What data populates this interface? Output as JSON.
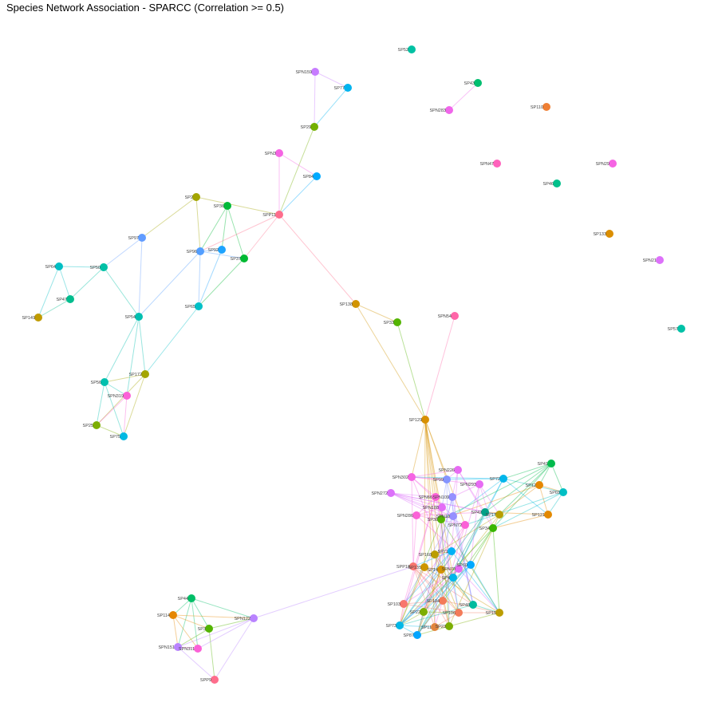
{
  "title": "Species Network Association - SPARCC (Correlation >= 0.5)",
  "nodes": [
    {
      "id": "SP52",
      "color": "#00c1a3"
    },
    {
      "id": "SPN159",
      "color": "#c77cff"
    },
    {
      "id": "SP77",
      "color": "#00b4ef"
    },
    {
      "id": "SP43",
      "color": "#00be70"
    },
    {
      "id": "SPN283",
      "color": "#f066ea"
    },
    {
      "id": "SP110",
      "color": "#ef7f34"
    },
    {
      "id": "SP29",
      "color": "#72b000"
    },
    {
      "id": "SPN3",
      "color": "#f564e3"
    },
    {
      "id": "SP84",
      "color": "#00a9ff"
    },
    {
      "id": "SPN47",
      "color": "#ff62bc"
    },
    {
      "id": "SPN29",
      "color": "#f564e3"
    },
    {
      "id": "SP46",
      "color": "#00c08b"
    },
    {
      "id": "SP133",
      "color": "#db8e00"
    },
    {
      "id": "SPN21",
      "color": "#dd71fa"
    },
    {
      "id": "SP57",
      "color": "#00c1a7"
    },
    {
      "id": "SP2",
      "color": "#a3a500"
    },
    {
      "id": "SP36",
      "color": "#00ba38"
    },
    {
      "id": "SPP11",
      "color": "#fe6d8c"
    },
    {
      "id": "SP97",
      "color": "#619cff"
    },
    {
      "id": "SP96",
      "color": "#529eff"
    },
    {
      "id": "SP92",
      "color": "#1ca3ff"
    },
    {
      "id": "SP37",
      "color": "#00b932"
    },
    {
      "id": "SP64",
      "color": "#00bfc4"
    },
    {
      "id": "SP50",
      "color": "#00c0a6"
    },
    {
      "id": "SP47",
      "color": "#00bd8e"
    },
    {
      "id": "SP149",
      "color": "#c09b00"
    },
    {
      "id": "SP54",
      "color": "#00bfb0"
    },
    {
      "id": "SP65",
      "color": "#00c0c7"
    },
    {
      "id": "SP138",
      "color": "#d19300"
    },
    {
      "id": "SP33",
      "color": "#53b400"
    },
    {
      "id": "SPN54",
      "color": "#ff66a8"
    },
    {
      "id": "SP172",
      "color": "#a4a500"
    },
    {
      "id": "SP56",
      "color": "#00c0ae"
    },
    {
      "id": "SPN319",
      "color": "#fb61d7"
    },
    {
      "id": "SP25",
      "color": "#7cae00"
    },
    {
      "id": "SP75",
      "color": "#00b9e3"
    },
    {
      "id": "SP129",
      "color": "#d89000"
    },
    {
      "id": "SPN226",
      "color": "#e76bf3"
    },
    {
      "id": "SPN302",
      "color": "#f564e3"
    },
    {
      "id": "SP99",
      "color": "#8494ff"
    },
    {
      "id": "SPN293",
      "color": "#e76bf3"
    },
    {
      "id": "SP72",
      "color": "#00b6eb"
    },
    {
      "id": "SP41",
      "color": "#00ba4c"
    },
    {
      "id": "SP12",
      "color": "#e58700"
    },
    {
      "id": "SP69",
      "color": "#00bfc4"
    },
    {
      "id": "SPN272",
      "color": "#dc71fa"
    },
    {
      "id": "SPN66",
      "color": "#fb61d7"
    },
    {
      "id": "SPN109",
      "color": "#9590ff"
    },
    {
      "id": "SPN188",
      "color": "#e36ef6"
    },
    {
      "id": "SP42",
      "color": "#00a087"
    },
    {
      "id": "SP17",
      "color": "#b79f00"
    },
    {
      "id": "SP121",
      "color": "#e38900"
    },
    {
      "id": "SPN286",
      "color": "#fb61d7"
    },
    {
      "id": "SPN10",
      "color": "#9590ff"
    },
    {
      "id": "SP38",
      "color": "#53b400"
    },
    {
      "id": "SPN72",
      "color": "#fb61d7"
    },
    {
      "id": "SP34",
      "color": "#39b600"
    },
    {
      "id": "SP71",
      "color": "#00b0f6"
    },
    {
      "id": "SP168",
      "color": "#bb9d00"
    },
    {
      "id": "SPP18",
      "color": "#f8766d"
    },
    {
      "id": "SP135",
      "color": "#cd9600"
    },
    {
      "id": "SP14",
      "color": "#d39200"
    },
    {
      "id": "SPN70",
      "color": "#e76bf3"
    },
    {
      "id": "SP60",
      "color": "#00a9ff"
    },
    {
      "id": "SP4",
      "color": "#00b6eb"
    },
    {
      "id": "SP103",
      "color": "#f8766d"
    },
    {
      "id": "SP104",
      "color": "#f37b59"
    },
    {
      "id": "SP48",
      "color": "#00bb9e"
    },
    {
      "id": "SP15",
      "color": "#bb9d00"
    },
    {
      "id": "SP22",
      "color": "#7cae00"
    },
    {
      "id": "SP106",
      "color": "#f37b59"
    },
    {
      "id": "SP73",
      "color": "#00b8e7"
    },
    {
      "id": "SP11",
      "color": "#e2843e"
    },
    {
      "id": "SP23",
      "color": "#7cae00"
    },
    {
      "id": "SP87",
      "color": "#00a5ff"
    },
    {
      "id": "SP44",
      "color": "#00be67"
    },
    {
      "id": "SP114",
      "color": "#e58700"
    },
    {
      "id": "SPN122",
      "color": "#b983ff"
    },
    {
      "id": "SP3",
      "color": "#53b400"
    },
    {
      "id": "SPN151",
      "color": "#b983ff"
    },
    {
      "id": "SPN311",
      "color": "#fb61d7"
    },
    {
      "id": "SPP9",
      "color": "#fe6d8c"
    }
  ],
  "edges": [
    [
      "SPN159",
      "SP77"
    ],
    [
      "SPN159",
      "SP29"
    ],
    [
      "SP77",
      "SP29"
    ],
    [
      "SP29",
      "SPP11"
    ],
    [
      "SPN3",
      "SPP11"
    ],
    [
      "SPN3",
      "SP84"
    ],
    [
      "SP84",
      "SPP11"
    ],
    [
      "SPP11",
      "SP138"
    ],
    [
      "SPN283",
      "SP43"
    ],
    [
      "SP138",
      "SP33"
    ],
    [
      "SP138",
      "SP129"
    ],
    [
      "SP33",
      "SP129"
    ],
    [
      "SPN54",
      "SP129"
    ],
    [
      "SP2",
      "SPP11"
    ],
    [
      "SP2",
      "SP97"
    ],
    [
      "SP2",
      "SP96"
    ],
    [
      "SP36",
      "SP96"
    ],
    [
      "SP36",
      "SP92"
    ],
    [
      "SP36",
      "SP37"
    ],
    [
      "SPP11",
      "SP96"
    ],
    [
      "SPP11",
      "SP37"
    ],
    [
      "SP96",
      "SP92"
    ],
    [
      "SP96",
      "SP37"
    ],
    [
      "SP92",
      "SP65"
    ],
    [
      "SP96",
      "SP65"
    ],
    [
      "SP37",
      "SP65"
    ],
    [
      "SP96",
      "SP54"
    ],
    [
      "SP97",
      "SP50"
    ],
    [
      "SP97",
      "SP54"
    ],
    [
      "SP64",
      "SP50"
    ],
    [
      "SP64",
      "SP47"
    ],
    [
      "SP64",
      "SP149"
    ],
    [
      "SP47",
      "SP149"
    ],
    [
      "SP50",
      "SP47"
    ],
    [
      "SP50",
      "SP54"
    ],
    [
      "SP54",
      "SP56"
    ],
    [
      "SP54",
      "SPN319"
    ],
    [
      "SP54",
      "SP172"
    ],
    [
      "SP65",
      "SP172"
    ],
    [
      "SP172",
      "SP56"
    ],
    [
      "SP172",
      "SP25"
    ],
    [
      "SP172",
      "SP75"
    ],
    [
      "SP56",
      "SPN319"
    ],
    [
      "SP56",
      "SP25"
    ],
    [
      "SP56",
      "SP75"
    ],
    [
      "SPN319",
      "SP75"
    ],
    [
      "SPN319",
      "SP25"
    ],
    [
      "SP25",
      "SP75"
    ],
    [
      "SP44",
      "SP114"
    ],
    [
      "SP44",
      "SPN122"
    ],
    [
      "SP44",
      "SP3"
    ],
    [
      "SP44",
      "SPN311"
    ],
    [
      "SP44",
      "SPN151"
    ],
    [
      "SP114",
      "SPN122"
    ],
    [
      "SP114",
      "SP3"
    ],
    [
      "SP114",
      "SPN151"
    ],
    [
      "SP114",
      "SPN311"
    ],
    [
      "SP3",
      "SPN122"
    ],
    [
      "SP3",
      "SPN151"
    ],
    [
      "SP3",
      "SPP9"
    ],
    [
      "SPN122",
      "SPN151"
    ],
    [
      "SPN122",
      "SPN311"
    ],
    [
      "SPN122",
      "SPP9"
    ],
    [
      "SPN151",
      "SPP9"
    ],
    [
      "SPN311",
      "SPN151"
    ],
    [
      "SPN122",
      "SPP18"
    ],
    [
      "SP129",
      "SPN302"
    ],
    [
      "SP129",
      "SPN66"
    ],
    [
      "SP129",
      "SP38"
    ],
    [
      "SP129",
      "SP168"
    ],
    [
      "SP129",
      "SP14"
    ],
    [
      "SP129",
      "SP135"
    ],
    [
      "SP129",
      "SPN72"
    ],
    [
      "SP129",
      "SP99"
    ],
    [
      "SP129",
      "SP4"
    ],
    [
      "SP129",
      "SP11"
    ],
    [
      "SP41",
      "SP72"
    ],
    [
      "SP41",
      "SP12"
    ],
    [
      "SP41",
      "SP69"
    ],
    [
      "SP41",
      "SP42"
    ],
    [
      "SP41",
      "SP17"
    ],
    [
      "SP41",
      "SP34"
    ],
    [
      "SP12",
      "SP69"
    ],
    [
      "SP12",
      "SP121"
    ],
    [
      "SP12",
      "SP17"
    ],
    [
      "SP69",
      "SP72"
    ],
    [
      "SP69",
      "SP121"
    ],
    [
      "SP69",
      "SP34"
    ],
    [
      "SP72",
      "SP121"
    ],
    [
      "SP121",
      "SP34"
    ],
    [
      "SP121",
      "SP42"
    ],
    [
      "SP34",
      "SP15"
    ],
    [
      "SP72",
      "SPN302"
    ],
    [
      "SP72",
      "SP99"
    ],
    [
      "SP72",
      "SPN10"
    ],
    [
      "SP72",
      "SP4"
    ],
    [
      "SP72",
      "SP42"
    ],
    [
      "SP69",
      "SPN72"
    ],
    [
      "SP41",
      "SP38"
    ],
    [
      "SP12",
      "SP38"
    ],
    [
      "SPN302",
      "SPN226"
    ],
    [
      "SPN302",
      "SP99"
    ],
    [
      "SPN302",
      "SPN66"
    ],
    [
      "SPN302",
      "SPN293"
    ],
    [
      "SPN302",
      "SPN10"
    ],
    [
      "SPN302",
      "SPP18"
    ],
    [
      "SPN302",
      "SP4"
    ],
    [
      "SPN272",
      "SPN66"
    ],
    [
      "SPN272",
      "SPN188"
    ],
    [
      "SPN272",
      "SP38"
    ],
    [
      "SPN272",
      "SPN72"
    ],
    [
      "SPN272",
      "SP42"
    ],
    [
      "SPN272",
      "SP17"
    ],
    [
      "SPN272",
      "SPN10"
    ],
    [
      "SPN286",
      "SPN66"
    ],
    [
      "SPN286",
      "SPN188"
    ],
    [
      "SPN286",
      "SP42"
    ],
    [
      "SPN286",
      "SPN72"
    ],
    [
      "SPN286",
      "SP60"
    ],
    [
      "SPN286",
      "SPP18"
    ],
    [
      "SPN226",
      "SP99"
    ],
    [
      "SPN226",
      "SPN109"
    ],
    [
      "SPN226",
      "SP34"
    ],
    [
      "SPN226",
      "SP42"
    ],
    [
      "SPN226",
      "SP71"
    ],
    [
      "SPN293",
      "SPN109"
    ],
    [
      "SPN293",
      "SP17"
    ],
    [
      "SPN293",
      "SP34"
    ],
    [
      "SPN293",
      "SP4"
    ],
    [
      "SPN293",
      "SP60"
    ],
    [
      "SP99",
      "SPN188"
    ],
    [
      "SP99",
      "SP23"
    ],
    [
      "SP99",
      "SP48"
    ],
    [
      "SPN66",
      "SP103"
    ],
    [
      "SPN66",
      "SP73"
    ],
    [
      "SPN66",
      "SP106"
    ],
    [
      "SPN109",
      "SP87"
    ],
    [
      "SPN109",
      "SP22"
    ],
    [
      "SPN109",
      "SP48"
    ],
    [
      "SPN188",
      "SP11"
    ],
    [
      "SPN188",
      "SP104"
    ],
    [
      "SP38",
      "SP23"
    ],
    [
      "SP38",
      "SP73"
    ],
    [
      "SP38",
      "SP15"
    ],
    [
      "SPN10",
      "SP87"
    ],
    [
      "SPN10",
      "SP103"
    ],
    [
      "SPN10",
      "SP48"
    ],
    [
      "SPN72",
      "SP22"
    ],
    [
      "SPN72",
      "SP103"
    ],
    [
      "SPN72",
      "SP11"
    ],
    [
      "SP42",
      "SP73"
    ],
    [
      "SP42",
      "SP87"
    ],
    [
      "SP42",
      "SP4"
    ],
    [
      "SP17",
      "SP22"
    ],
    [
      "SP17",
      "SP23"
    ],
    [
      "SP17",
      "SP168"
    ],
    [
      "SP34",
      "SP87"
    ],
    [
      "SP34",
      "SP73"
    ],
    [
      "SP34",
      "SP60"
    ],
    [
      "SP71",
      "SP73"
    ],
    [
      "SP71",
      "SP15"
    ],
    [
      "SP71",
      "SP103"
    ],
    [
      "SP168",
      "SP106"
    ],
    [
      "SP168",
      "SP23"
    ],
    [
      "SP168",
      "SP48"
    ],
    [
      "SPP18",
      "SP104"
    ],
    [
      "SPP18",
      "SP106"
    ],
    [
      "SPP18",
      "SP11"
    ],
    [
      "SPP18",
      "SP23"
    ],
    [
      "SPP18",
      "SP48"
    ],
    [
      "SP135",
      "SP73"
    ],
    [
      "SP135",
      "SP15"
    ],
    [
      "SP135",
      "SP106"
    ],
    [
      "SP14",
      "SP22"
    ],
    [
      "SP14",
      "SP87"
    ],
    [
      "SP14",
      "SP48"
    ],
    [
      "SPN70",
      "SP73"
    ],
    [
      "SPN70",
      "SP103"
    ],
    [
      "SPN70",
      "SP15"
    ],
    [
      "SP60",
      "SP73"
    ],
    [
      "SP60",
      "SP15"
    ],
    [
      "SP60",
      "SP87"
    ],
    [
      "SP60",
      "SP22"
    ],
    [
      "SP4",
      "SP73"
    ],
    [
      "SP4",
      "SP87"
    ],
    [
      "SP4",
      "SP106"
    ],
    [
      "SP4",
      "SP48"
    ],
    [
      "SP103",
      "SP73"
    ],
    [
      "SP103",
      "SP104"
    ],
    [
      "SP103",
      "SP106"
    ],
    [
      "SP104",
      "SP87"
    ],
    [
      "SP104",
      "SP23"
    ],
    [
      "SP104",
      "SP15"
    ],
    [
      "SP22",
      "SP73"
    ],
    [
      "SP22",
      "SP87"
    ],
    [
      "SP22",
      "SP106"
    ],
    [
      "SP106",
      "SP11"
    ],
    [
      "SP106",
      "SP15"
    ],
    [
      "SP73",
      "SP87"
    ],
    [
      "SP73",
      "SP11"
    ],
    [
      "SP11",
      "SP23"
    ],
    [
      "SP23",
      "SP15"
    ],
    [
      "SP23",
      "SP87"
    ],
    [
      "SP48",
      "SP15"
    ],
    [
      "SP48",
      "SP73"
    ],
    [
      "SP71",
      "SPP18"
    ],
    [
      "SP135",
      "SP14"
    ],
    [
      "SP14",
      "SPN70"
    ],
    [
      "SPN70",
      "SP60"
    ],
    [
      "SP168",
      "SP71"
    ],
    [
      "SP42",
      "SP17"
    ],
    [
      "SPN109",
      "SPN10"
    ]
  ]
}
